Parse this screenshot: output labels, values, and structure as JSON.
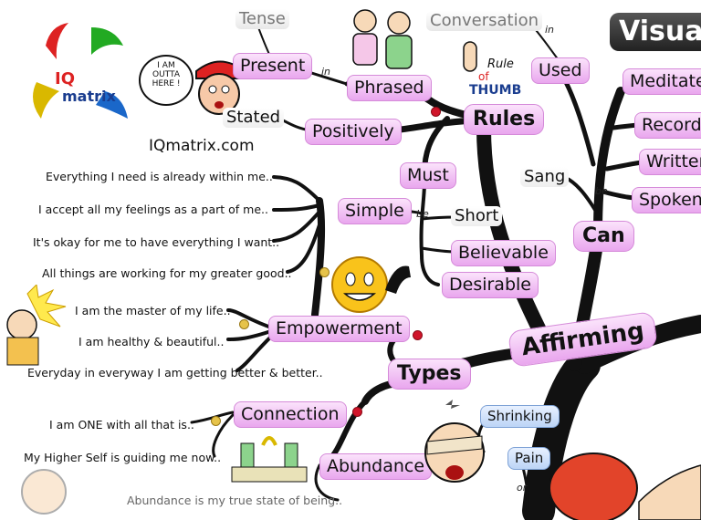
{
  "logo": {
    "brand_iq": "IQ",
    "brand_matrix": "matrix",
    "website": "IQmatrix.com"
  },
  "speech_bubble": "I AM OUTTA HERE !",
  "heading_partial": "Visua",
  "rule_of_thumb": {
    "line1": "Rule",
    "line2": "of",
    "line3": "THUMB"
  },
  "center": "Affirming",
  "nodes": {
    "tense": "Tense",
    "present": "Present",
    "phrased": "Phrased",
    "conversation": "Conversation",
    "used": "Used",
    "rules": "Rules",
    "stated": "Stated",
    "positively": "Positively",
    "must": "Must",
    "simple": "Simple",
    "short": "Short",
    "believable": "Believable",
    "desirable": "Desirable",
    "meditate": "Meditate",
    "record": "Record",
    "written": "Written",
    "spoken": "Spoken",
    "sang": "Sang",
    "can": "Can",
    "empowerment": "Empowerment",
    "types": "Types",
    "connection": "Connection",
    "abundance": "Abundance",
    "shrinking": "Shrinking",
    "pain": "Pain"
  },
  "connectors": {
    "in1": "in",
    "in2": "in",
    "be1": "be",
    "be2": "be",
    "or": "or"
  },
  "affirmations": [
    "Everything I need is already within me..",
    "I accept all my feelings as a part of me..",
    "It's okay for me to have everything I want..",
    "All things are working for my greater good..",
    "I am the master of my life..",
    "I am healthy & beautiful..",
    "Everyday in everyway I am getting better & better..",
    "I am ONE with all that is..",
    "My Higher Self is guiding me now..",
    "Abundance is my true state of being.."
  ],
  "colors": {
    "branch": "#111111",
    "bubble_top": "#fbe3fb",
    "bubble_bottom": "#e9a6ee",
    "dot_red": "#d0152a",
    "dot_gold": "#e6c34a"
  }
}
